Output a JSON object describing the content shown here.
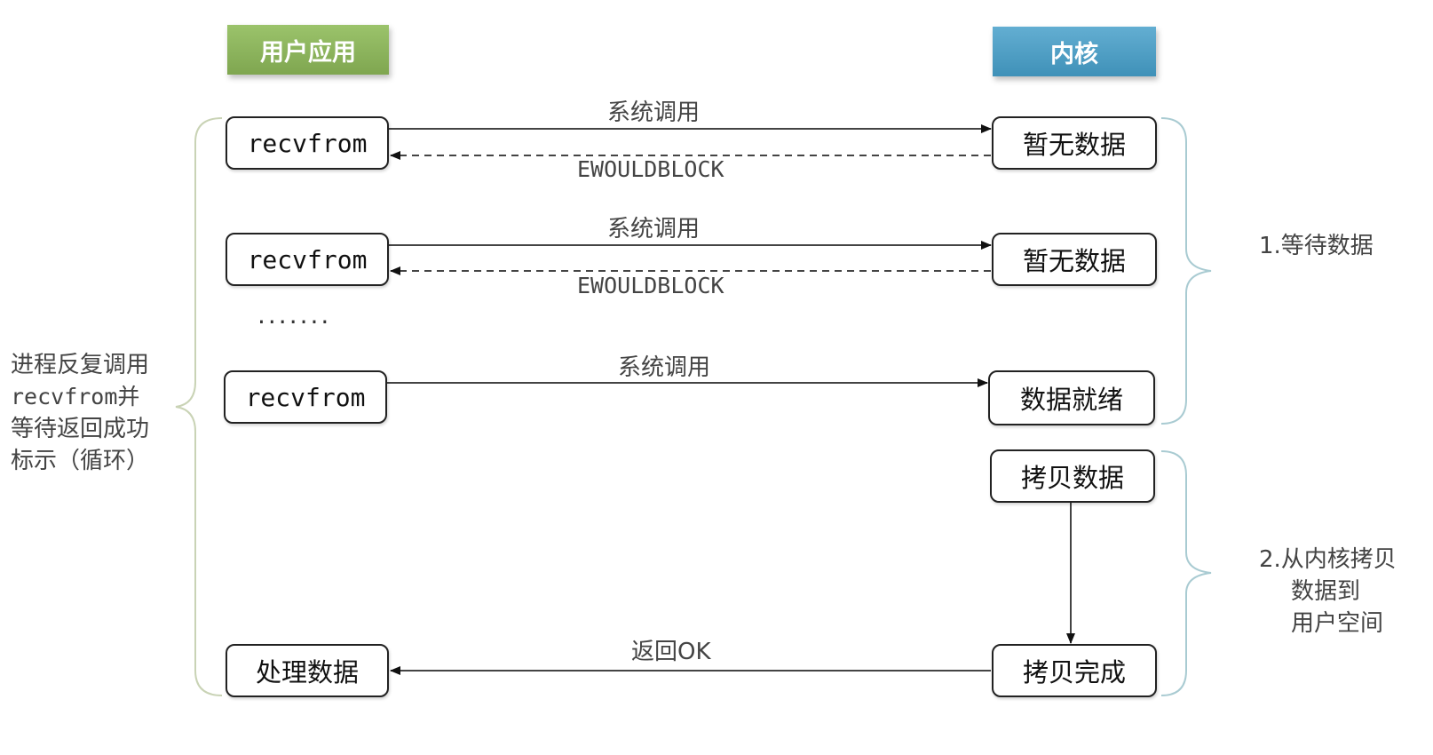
{
  "headers": {
    "user_app": "用户应用",
    "kernel": "内核"
  },
  "user_boxes": {
    "call1": "recvfrom",
    "call2": "recvfrom",
    "call3": "recvfrom",
    "process": "处理数据"
  },
  "ellipsis": "·······",
  "kernel_boxes": {
    "nodata1": "暂无数据",
    "nodata2": "暂无数据",
    "ready": "数据就绪",
    "copy": "拷贝数据",
    "copy_done": "拷贝完成"
  },
  "arrows": {
    "syscall1": "系统调用",
    "ewouldblock1": "EWOULDBLOCK",
    "syscall2": "系统调用",
    "ewouldblock2": "EWOULDBLOCK",
    "syscall3": "系统调用",
    "return_ok": "返回OK"
  },
  "left_note": {
    "line1": "进程反复调用",
    "line2": "recvfrom并",
    "line3": "等待返回成功",
    "line4": "标示（循环）"
  },
  "phase1": {
    "label": "1.等待数据"
  },
  "phase2": {
    "line1": "2.从内核拷贝",
    "line2": "数据到",
    "line3": "用户空间"
  }
}
